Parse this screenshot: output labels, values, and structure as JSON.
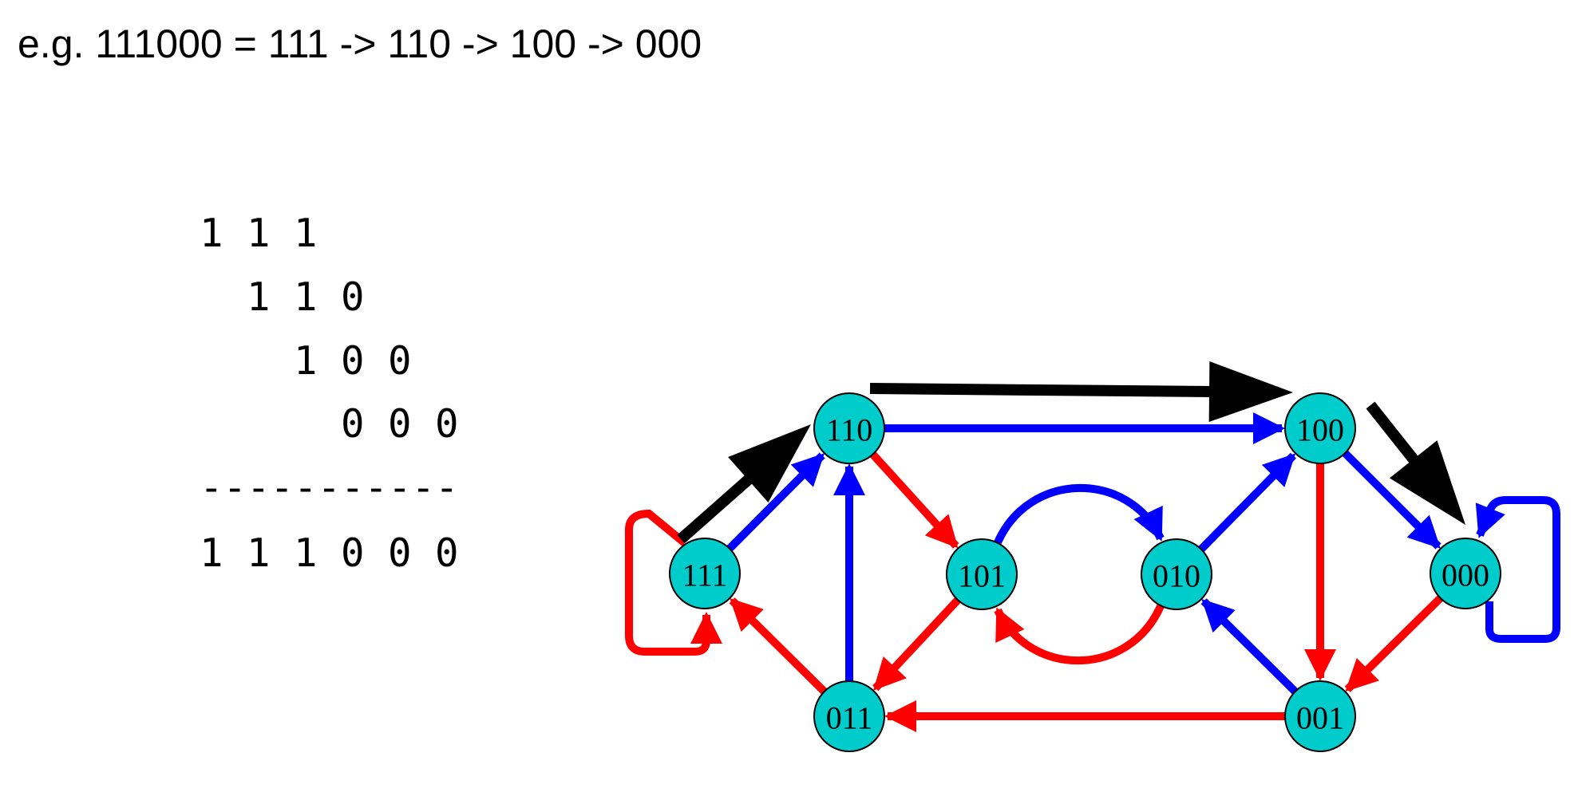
{
  "heading": "e.g. 111000 = 111 -> 110 -> 100 -> 000",
  "calculation": {
    "rows": [
      "1 1 1",
      "1 1 0",
      "1 0 0",
      "0 0 0"
    ],
    "separator": "-----------",
    "result": "1 1 1 0 0 0"
  },
  "colors": {
    "node_fill": "#00cccc",
    "edge_blue": "#0000ff",
    "edge_red": "#ff0000",
    "path_arrow": "#000000"
  },
  "graph": {
    "nodes": [
      {
        "id": "111",
        "label": "111"
      },
      {
        "id": "110",
        "label": "110"
      },
      {
        "id": "101",
        "label": "101"
      },
      {
        "id": "010",
        "label": "010"
      },
      {
        "id": "100",
        "label": "100"
      },
      {
        "id": "000",
        "label": "000"
      },
      {
        "id": "011",
        "label": "011"
      },
      {
        "id": "001",
        "label": "001"
      }
    ],
    "edges": [
      {
        "from": "111",
        "to": "110",
        "color": "blue"
      },
      {
        "from": "111",
        "to": "111",
        "color": "red"
      },
      {
        "from": "110",
        "to": "100",
        "color": "blue"
      },
      {
        "from": "110",
        "to": "101",
        "color": "red"
      },
      {
        "from": "011",
        "to": "110",
        "color": "blue"
      },
      {
        "from": "011",
        "to": "111",
        "color": "red"
      },
      {
        "from": "101",
        "to": "010",
        "color": "blue"
      },
      {
        "from": "101",
        "to": "011",
        "color": "red"
      },
      {
        "from": "010",
        "to": "100",
        "color": "blue"
      },
      {
        "from": "010",
        "to": "101",
        "color": "red"
      },
      {
        "from": "100",
        "to": "000",
        "color": "blue"
      },
      {
        "from": "100",
        "to": "001",
        "color": "red"
      },
      {
        "from": "000",
        "to": "000",
        "color": "blue"
      },
      {
        "from": "000",
        "to": "001",
        "color": "red"
      },
      {
        "from": "001",
        "to": "010",
        "color": "blue"
      },
      {
        "from": "001",
        "to": "011",
        "color": "red"
      }
    ],
    "highlighted_path": [
      "111",
      "110",
      "100",
      "000"
    ]
  }
}
